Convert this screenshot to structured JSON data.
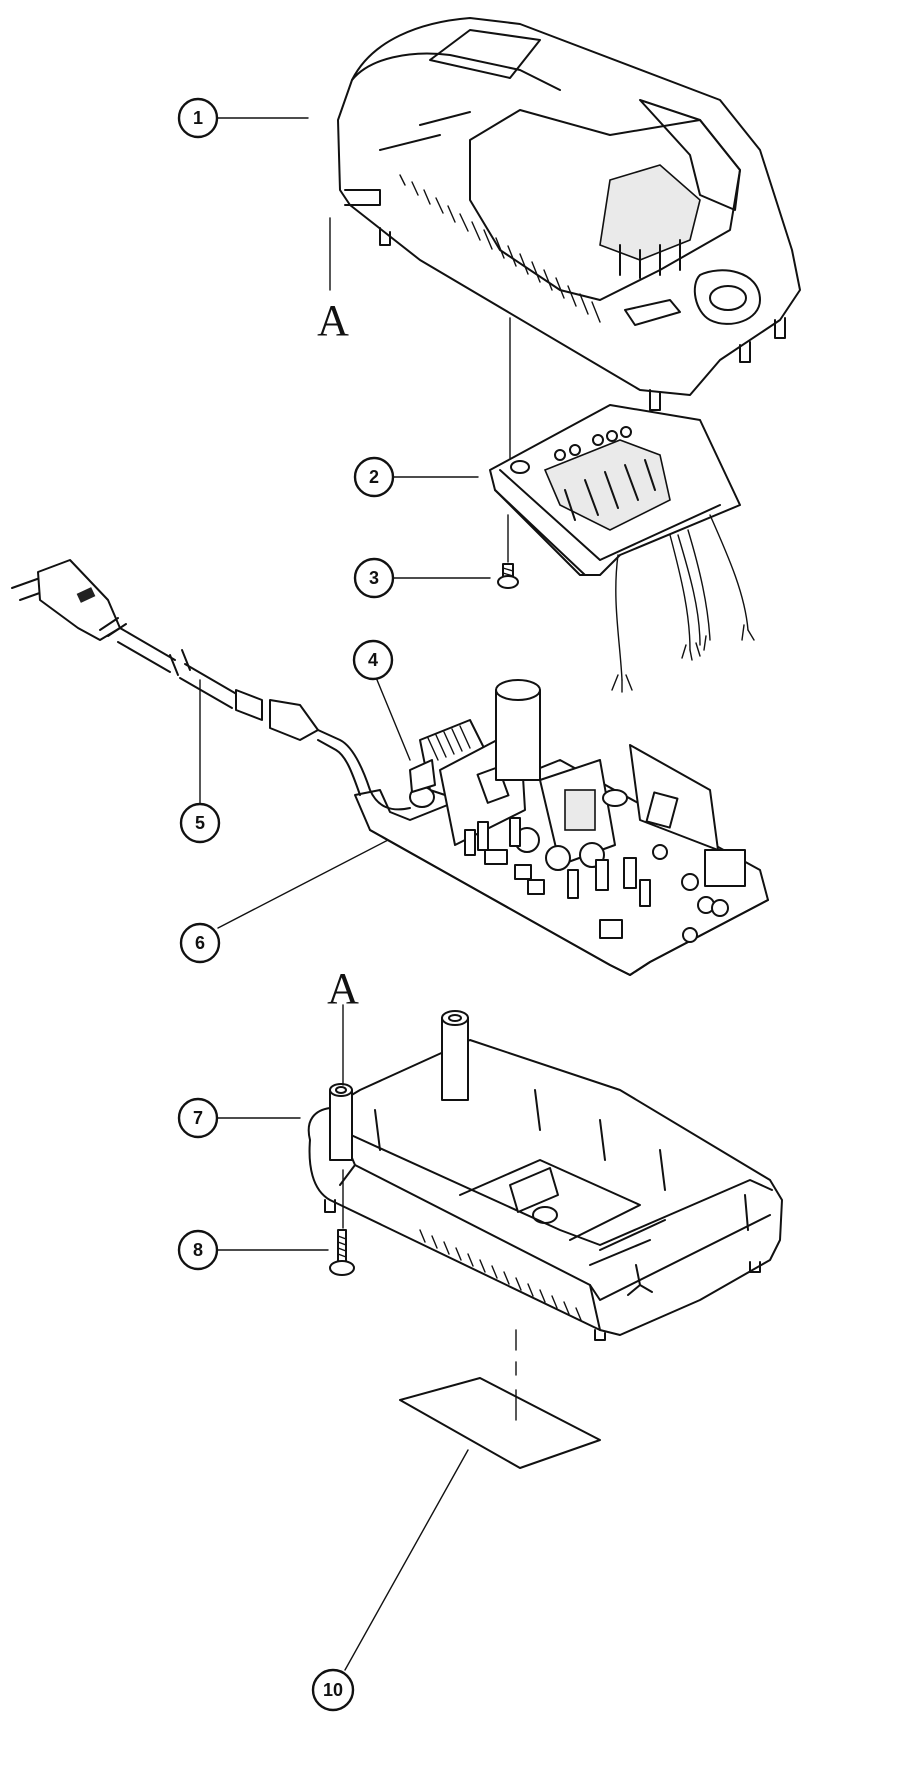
{
  "callouts": {
    "c1": "1",
    "c2": "2",
    "c3": "3",
    "c4": "4",
    "c5": "5",
    "c6": "6",
    "c7": "7",
    "c8": "8",
    "c10": "10"
  },
  "reference_marks": {
    "upper": "A",
    "lower": "A"
  }
}
